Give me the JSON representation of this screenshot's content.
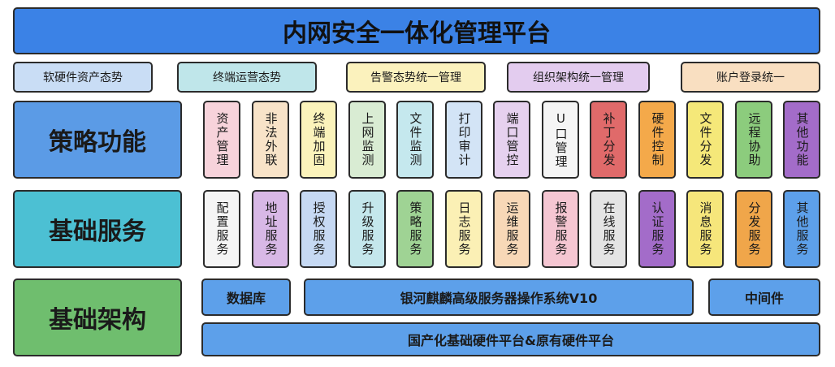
{
  "title": "内网安全一体化管理平台",
  "status_boxes": [
    {
      "label": "软硬件资产态势",
      "color": "#c9ddf5"
    },
    {
      "label": "终端运营态势",
      "color": "#bfe6ea"
    },
    {
      "label": "告警态势统一管理",
      "color": "#fbf2bd"
    },
    {
      "label": "组织架构统一管理",
      "color": "#e3ccef"
    },
    {
      "label": "账户登录统一",
      "color": "#f9dfc1"
    }
  ],
  "layers": {
    "strategy": {
      "label": "策略功能",
      "tiles": [
        {
          "text": "资产管理",
          "color": "#f7d3db"
        },
        {
          "text": "非法外联",
          "color": "#f8e3c8"
        },
        {
          "text": "终端加固",
          "color": "#fbf3bb"
        },
        {
          "text": "上网监测",
          "color": "#d9ecd3"
        },
        {
          "text": "文件监测",
          "color": "#c5e8ee"
        },
        {
          "text": "打印审计",
          "color": "#d3e4f6"
        },
        {
          "text": "端口管控",
          "color": "#e6d1ef"
        },
        {
          "text": "U口管理",
          "color": "#f5f5f5"
        },
        {
          "text": "补丁分发",
          "color": "#e06a6a"
        },
        {
          "text": "硬件控制",
          "color": "#f4a94a"
        },
        {
          "text": "文件分发",
          "color": "#f5e879"
        },
        {
          "text": "远程协助",
          "color": "#8ccc7d"
        },
        {
          "text": "其他功能",
          "color": "#a36cc9"
        }
      ]
    },
    "service": {
      "label": "基础服务",
      "tiles": [
        {
          "text": "配置服务",
          "color": "#f5f5f5"
        },
        {
          "text": "地址服务",
          "color": "#d8b8e6"
        },
        {
          "text": "授权服务",
          "color": "#c6d9f3"
        },
        {
          "text": "升级服务",
          "color": "#c4e7ec"
        },
        {
          "text": "策略服务",
          "color": "#9fd394"
        },
        {
          "text": "日志服务",
          "color": "#fbf0b5"
        },
        {
          "text": "运维服务",
          "color": "#f8d8b7"
        },
        {
          "text": "报警服务",
          "color": "#f5c6d2"
        },
        {
          "text": "在线服务",
          "color": "#e4e4e4"
        },
        {
          "text": "认证服务",
          "color": "#a36cc9"
        },
        {
          "text": "消息服务",
          "color": "#f6e67b"
        },
        {
          "text": "分发服务",
          "color": "#f0a64a"
        },
        {
          "text": "其他服务",
          "color": "#5da0ea"
        }
      ]
    },
    "infra": {
      "label": "基础架构",
      "database": "数据库",
      "os": "银河麒麟高级服务器操作系统V10",
      "middleware": "中间件",
      "hardware": "国产化基础硬件平台&原有硬件平台"
    }
  }
}
